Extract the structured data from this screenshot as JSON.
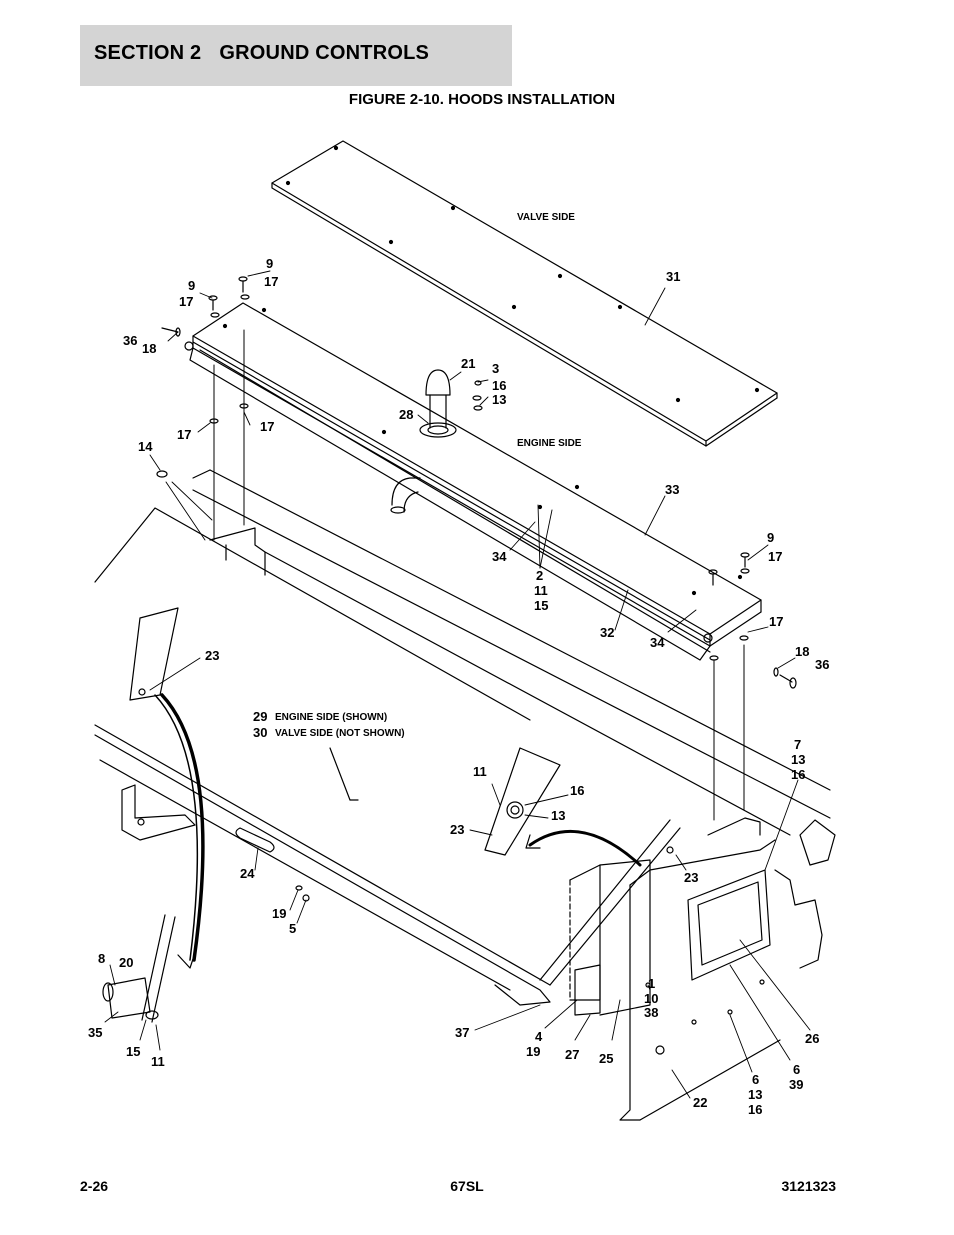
{
  "header": {
    "section": "SECTION 2",
    "title": "GROUND CONTROLS"
  },
  "figure_title": "FIGURE 2-10. HOODS INSTALLATION",
  "notes": {
    "valve_side": "VALVE SIDE",
    "engine_side": "ENGINE SIDE",
    "engine_side_shown": "ENGINE SIDE (SHOWN)",
    "valve_side_not_shown": "VALVE SIDE (NOT SHOWN)"
  },
  "callouts": {
    "c9a": "9",
    "c17a": "17",
    "c9b": "9",
    "c17b": "17",
    "c36a": "36",
    "c18a": "18",
    "c31": "31",
    "c21": "21",
    "c3": "3",
    "c16a": "16",
    "c13a": "13",
    "c28": "28",
    "c17c": "17",
    "c17d": "17",
    "c14": "14",
    "c33": "33",
    "c34a": "34",
    "c2": "2",
    "c11a": "11",
    "c15a": "15",
    "c9c": "9",
    "c17e": "17",
    "c32": "32",
    "c34b": "34",
    "c17f": "17",
    "c18b": "18",
    "c36b": "36",
    "c23a": "23",
    "c29": "29",
    "c30": "30",
    "c7": "7",
    "c13b": "13",
    "c16b": "16",
    "c11b": "11",
    "c16c": "16",
    "c13c": "13",
    "c23b": "23",
    "c23c": "23",
    "c24": "24",
    "c19a": "19",
    "c5": "5",
    "c8": "8",
    "c20": "20",
    "c35": "35",
    "c15b": "15",
    "c11c": "11",
    "c1": "1",
    "c10": "10",
    "c38": "38",
    "c37": "37",
    "c4": "4",
    "c19b": "19",
    "c27": "27",
    "c25": "25",
    "c26": "26",
    "c6a": "6",
    "c39": "39",
    "c6b": "6",
    "c13d": "13",
    "c16d": "16",
    "c22": "22"
  },
  "footer": {
    "page": "2-26",
    "model": "67SL",
    "doc_number": "3121323"
  }
}
